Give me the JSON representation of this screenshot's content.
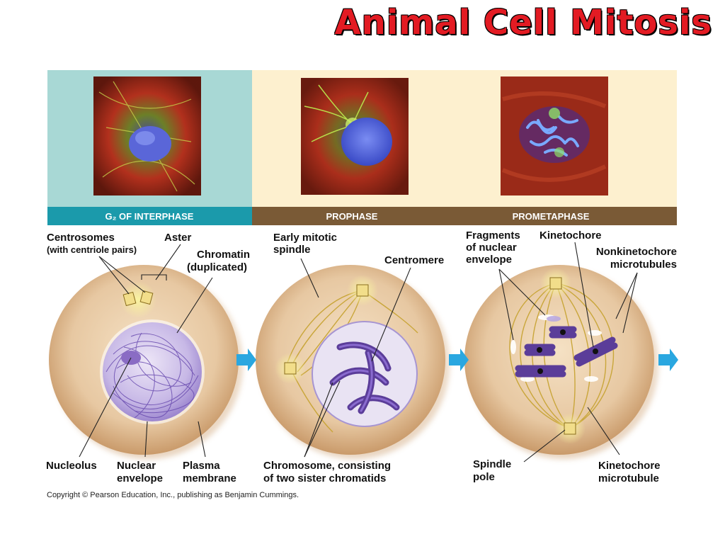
{
  "title": "Animal Cell Mitosis",
  "phases": [
    {
      "label": "G₂ OF INTERPHASE"
    },
    {
      "label": "PROPHASE"
    },
    {
      "label": "PROMETAPHASE"
    }
  ],
  "labels": {
    "centrosomes_1": "Centrosomes",
    "centrosomes_2": "(with centriole pairs)",
    "aster": "Aster",
    "chromatin_1": "Chromatin",
    "chromatin_2": "(duplicated)",
    "nucleolus": "Nucleolus",
    "nuclear_envelope_1": "Nuclear",
    "nuclear_envelope_2": "envelope",
    "plasma_membrane_1": "Plasma",
    "plasma_membrane_2": "membrane",
    "early_spindle_1": "Early mitotic",
    "early_spindle_2": "spindle",
    "centromere": "Centromere",
    "chromosome_1": "Chromosome, consisting",
    "chromosome_2": "of two sister chromatids",
    "fragments_1": "Fragments",
    "fragments_2": "of nuclear",
    "fragments_3": "envelope",
    "kinetochore": "Kinetochore",
    "nonkinetochore_1": "Nonkinetochore",
    "nonkinetochore_2": "microtubules",
    "spindle_pole_1": "Spindle",
    "spindle_pole_2": "pole",
    "kinetochore_mt_1": "Kinetochore",
    "kinetochore_mt_2": "microtubule"
  },
  "copyright": "Copyright © Pearson Education, Inc., publishing as Benjamin Cummings.",
  "colors": {
    "title": "#e31b23",
    "interphase_bg": "#a8d8d5",
    "interphase_bar": "#1b9aab",
    "mitosis_bg": "#fdf0cf",
    "mitosis_bar": "#7a5a36",
    "cell_fill": "#e7c8a2",
    "nucleus_fill": "#c6b4e6",
    "arrow": "#2aa7e0"
  }
}
